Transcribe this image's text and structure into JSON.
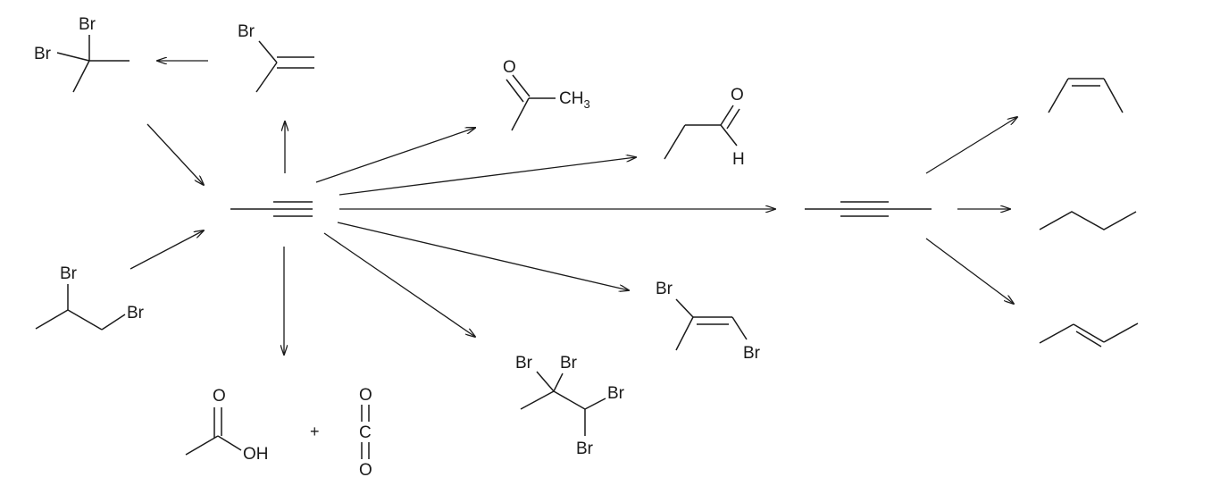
{
  "scheme": {
    "title": "",
    "labels": {
      "br": "Br",
      "o": "O",
      "h": "H",
      "c": "C",
      "oh": "OH",
      "ch": "CH",
      "three": "3",
      "plus": "+"
    }
  },
  "colors": {
    "ink": "#1a1a1a",
    "background": "#ffffff"
  }
}
